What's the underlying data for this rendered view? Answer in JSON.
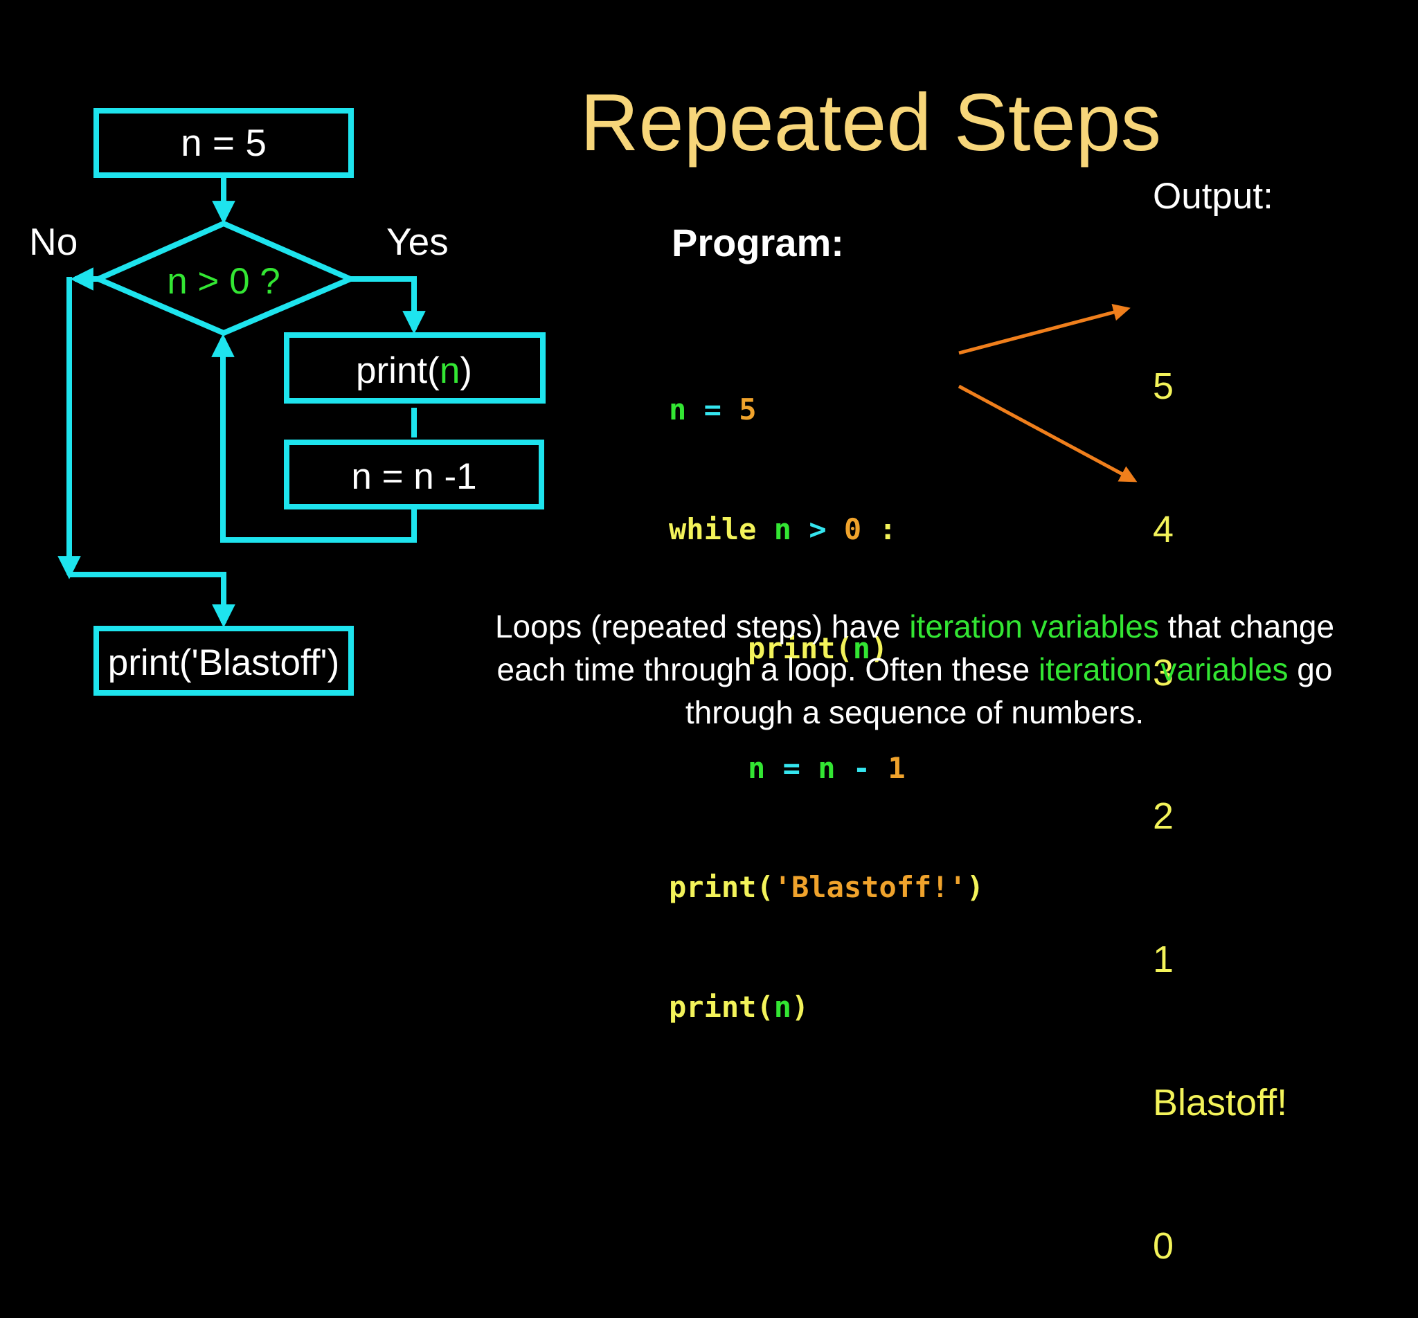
{
  "title": "Repeated Steps",
  "flowchart": {
    "init_box": "n = 5",
    "condition": "n > 0 ?",
    "no_label": "No",
    "yes_label": "Yes",
    "print_box": {
      "prefix": "print(",
      "var": "n",
      "suffix": ")"
    },
    "decrement_box": "n = n -1",
    "blastoff_box": "print('Blastoff')"
  },
  "program": {
    "heading": "Program:",
    "lines": [
      {
        "var": "n",
        "op": "=",
        "num": "5"
      },
      {
        "kw": "while",
        "var": "n",
        "op": ">",
        "num": "0",
        "colon": ":"
      },
      {
        "fn": "print",
        "open": "(",
        "arg": "n",
        "close": ")"
      },
      {
        "var": "n",
        "op": "=",
        "var2": "n",
        "op2": "-",
        "num": "1"
      },
      {
        "fn": "print",
        "open": "(",
        "str": "'Blastoff!'",
        "close": ")"
      },
      {
        "fn": "print",
        "open": "(",
        "arg": "n",
        "close": ")"
      }
    ]
  },
  "output": {
    "heading": "Output:",
    "lines": [
      "5",
      "4",
      "3",
      "2",
      "1",
      "Blastoff!",
      "0"
    ]
  },
  "caption": {
    "part1": "Loops (repeated steps) have ",
    "hl1": "iteration variables",
    "part2": " that change each time through a loop.  Often these ",
    "hl2": "iteration variables",
    "part3": " go through a sequence of numbers."
  },
  "colors": {
    "flow": "#1ee4ee",
    "arrow": "#f07f1c",
    "title": "#f7d67a",
    "code_yellow": "#f3f35a",
    "code_green": "#33e633",
    "code_cyan": "#35e5ef",
    "code_orange": "#f0a32c"
  }
}
